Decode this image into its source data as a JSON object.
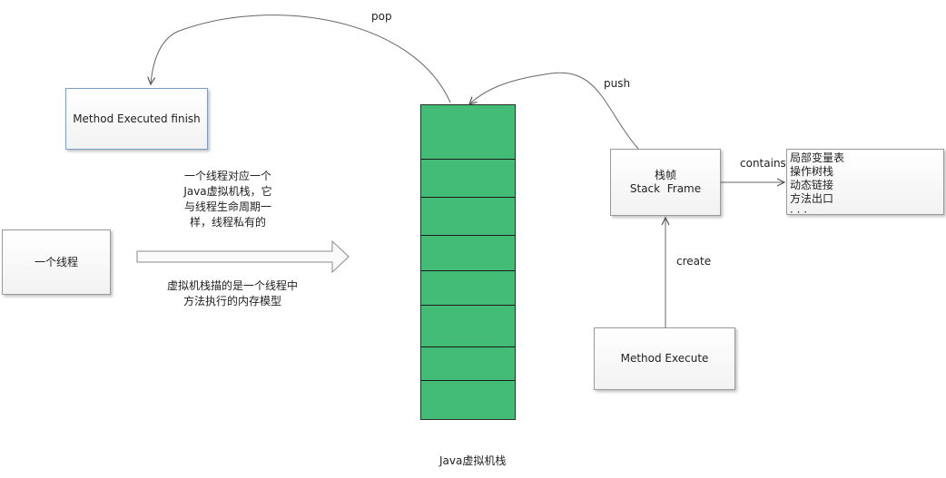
{
  "labels": {
    "pop": "pop",
    "push": "push",
    "contains": "contains",
    "create": "create",
    "stack_caption": "Java虚拟机栈"
  },
  "boxes": {
    "method_finish": "Method Executed finish",
    "thread": "一个线程",
    "stack_frame_line1": "栈帧",
    "stack_frame_line2": "Stack  Frame",
    "method_execute": "Method Execute"
  },
  "frame_contents": [
    "局部变量表",
    "操作树栈",
    "动态链接",
    "方法出口",
    "· · ·"
  ],
  "notes": {
    "top": [
      "一个线程对应一个",
      "Java虚拟机栈，它",
      "与线程生命周期一",
      "样，线程私有的"
    ],
    "bottom": [
      "虚拟机栈描的是一个线程中",
      "方法执行的内存模型"
    ]
  },
  "colors": {
    "stack_fill": "#43bc78",
    "connector": "#555555",
    "box_border_blue": "#7f9cc4"
  }
}
